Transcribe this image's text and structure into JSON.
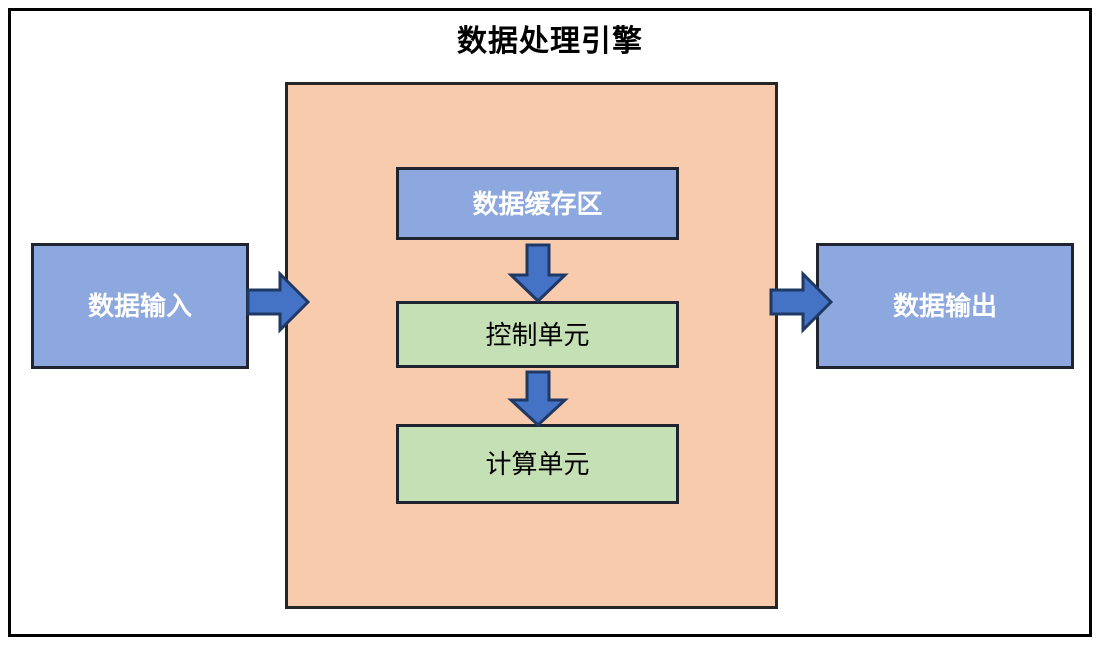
{
  "diagram": {
    "title": "数据处理引擎",
    "type": "block-diagram",
    "colors": {
      "engine_fill": "#F8CBAD",
      "engine_border": "#262626",
      "blue_fill": "#8CA8DF",
      "green_fill": "#C5E0B4",
      "box_border": "#1F2430",
      "arrow_fill": "#4472C4",
      "arrow_border": "#1F3864",
      "frame_border": "#000000",
      "background": "#FFFFFF",
      "blue_text": "#FFFFFF",
      "green_text": "#000000"
    },
    "nodes": {
      "input": {
        "label": "数据输入",
        "style": "blue"
      },
      "output": {
        "label": "数据输出",
        "style": "blue"
      },
      "cache": {
        "label": "数据缓存区",
        "style": "blue"
      },
      "control": {
        "label": "控制单元",
        "style": "green"
      },
      "compute": {
        "label": "计算单元",
        "style": "green"
      }
    },
    "arrows": [
      {
        "name": "input-to-engine",
        "direction": "right",
        "from": "数据输入",
        "to": "数据处理引擎"
      },
      {
        "name": "cache-to-control",
        "direction": "down",
        "from": "数据缓存区",
        "to": "控制单元"
      },
      {
        "name": "control-to-compute",
        "direction": "down",
        "from": "控制单元",
        "to": "计算单元"
      },
      {
        "name": "engine-to-output",
        "direction": "right",
        "from": "数据处理引擎",
        "to": "数据输出"
      }
    ]
  }
}
